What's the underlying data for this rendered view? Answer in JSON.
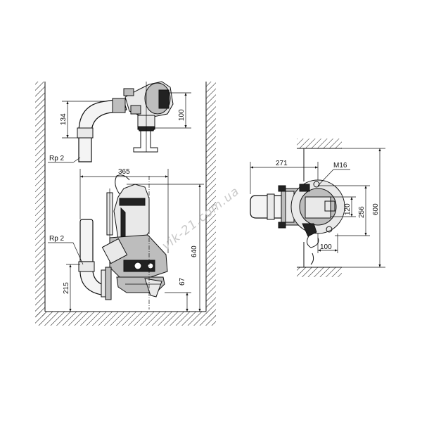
{
  "labels": {
    "dim_134": "134",
    "dim_100_top": "100",
    "rp2_top": "Rp 2",
    "dim_365": "365",
    "rp2_mid": "Rp 2",
    "dim_215": "215",
    "dim_640": "640",
    "dim_67": "67",
    "dim_271": "271",
    "m16": "M16",
    "dim_120": "120",
    "dim_256": "256",
    "dim_600": "600",
    "dim_100_right": "100"
  },
  "watermark": "vik-21.com.ua"
}
